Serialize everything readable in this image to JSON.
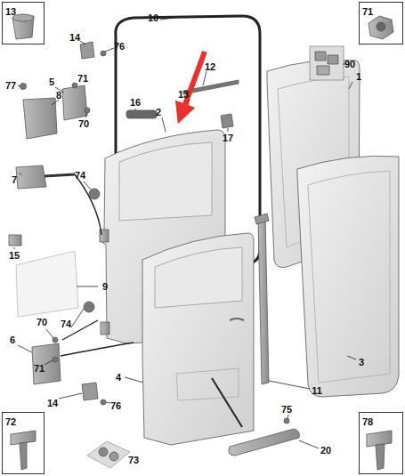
{
  "diagram": {
    "nodes": [
      {
        "text": [
          "13"
        ]
      },
      {
        "text": [
          "71"
        ]
      },
      {
        "text": [
          "72"
        ]
      },
      {
        "text": [
          "78"
        ]
      }
    ],
    "labels": [
      "10",
      "90",
      "14",
      "76",
      "12",
      "77",
      "5",
      "71",
      "8",
      "13",
      "1",
      "16",
      "2",
      "70",
      "17",
      "7",
      "74",
      "15",
      "9",
      "70",
      "74",
      "6",
      "71",
      "14",
      "76",
      "4",
      "11",
      "3",
      "75",
      "20",
      "73"
    ]
  }
}
